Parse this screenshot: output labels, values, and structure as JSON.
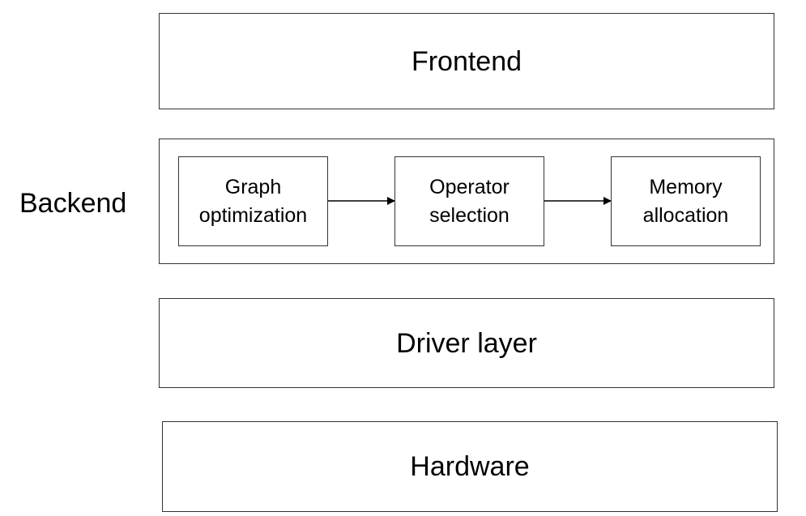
{
  "layers": {
    "frontend": "Frontend",
    "backend": "Backend",
    "driver": "Driver layer",
    "hardware": "Hardware"
  },
  "backend_stages": [
    {
      "line1": "Graph",
      "line2": "optimization"
    },
    {
      "line1": "Operator",
      "line2": "selection"
    },
    {
      "line1": "Memory",
      "line2": "allocation"
    }
  ],
  "colors": {
    "border": "#333333",
    "text": "#000000",
    "background": "#ffffff"
  }
}
